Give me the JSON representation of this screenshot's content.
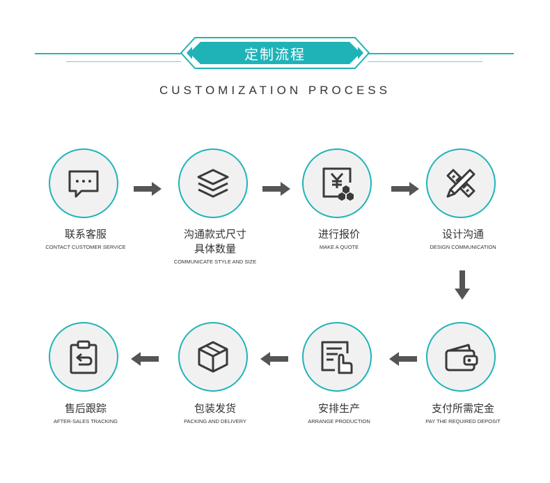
{
  "header": {
    "title": "定制流程",
    "subtitle": "CUSTOMIZATION PROCESS"
  },
  "colors": {
    "accent": "#1fb3b8",
    "arrow": "#555555",
    "circle_fill": "#f1f1f1",
    "icon_stroke": "#3a3a3a"
  },
  "steps": [
    {
      "cn": "联系客服",
      "en": "CONTACT CUSTOMER SERVICE",
      "icon": "chat-bubble-icon"
    },
    {
      "cn": "沟通款式尺寸\n具体数量",
      "en": "COMMUNICATE STYLE AND SIZE",
      "icon": "layers-icon"
    },
    {
      "cn": "进行报价",
      "en": "MAKE A QUOTE",
      "icon": "yen-quote-icon"
    },
    {
      "cn": "设计沟通",
      "en": "DESIGN COMMUNICATION",
      "icon": "pencil-ruler-icon"
    },
    {
      "cn": "支付所需定金",
      "en": "PAY THE REQUIRED DEPOSIT",
      "icon": "wallet-icon"
    },
    {
      "cn": "安排生产",
      "en": "ARRANGE PRODUCTION",
      "icon": "document-hand-icon"
    },
    {
      "cn": "包装发货",
      "en": "PACKING AND DELIVERY",
      "icon": "box-icon"
    },
    {
      "cn": "售后跟踪",
      "en": "AFTER-SALES TRACKING",
      "icon": "clipboard-return-icon"
    }
  ]
}
